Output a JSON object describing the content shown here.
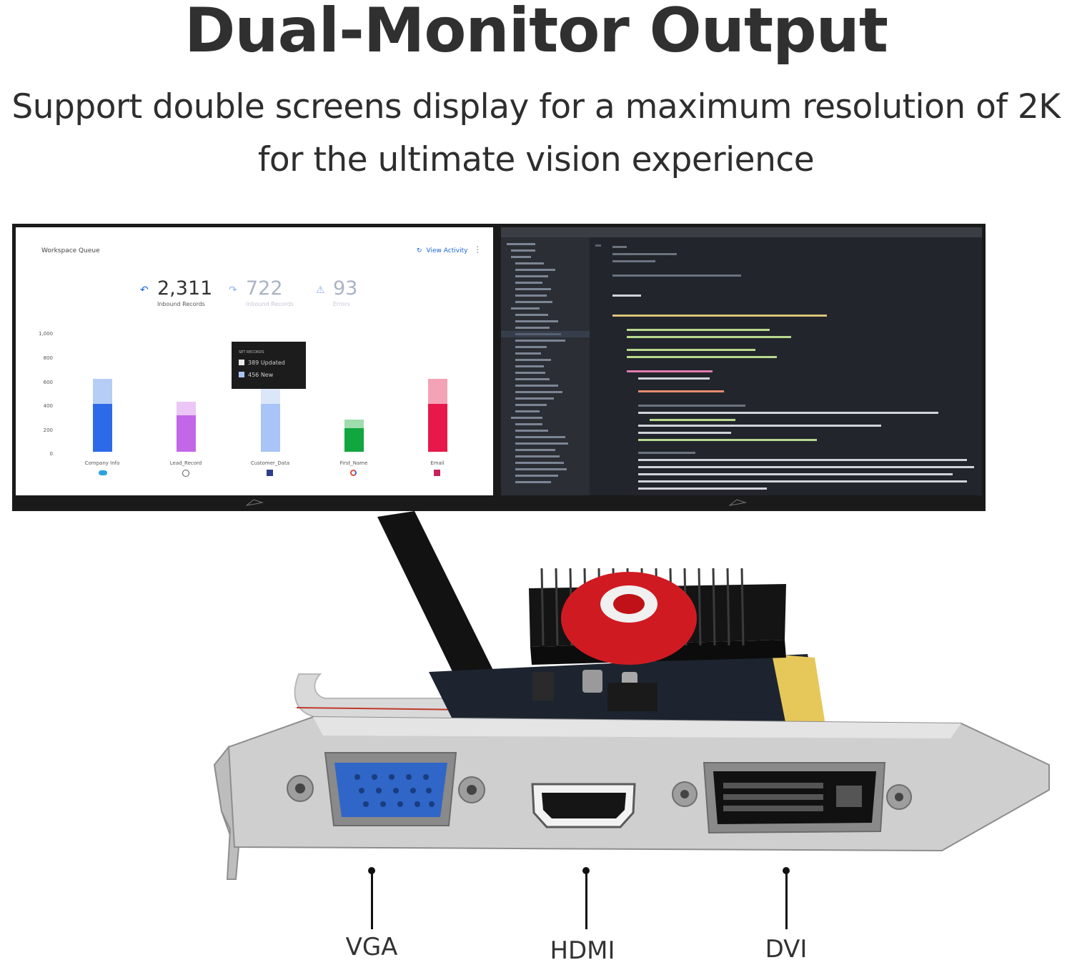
{
  "headline": "Dual-Monitor Output",
  "subtitle": {
    "line1": "Support double screens display for a maximum resolution of 2K",
    "line2": "for the ultimate vision experience"
  },
  "left_screen": {
    "title": "Workspace Queue",
    "link": "View Activity",
    "stats": [
      {
        "value": "2,311",
        "label": "Inbound Records"
      },
      {
        "value": "722",
        "label": "Inbound Records"
      },
      {
        "value": "93",
        "label": "Errors"
      }
    ],
    "y_ticks": [
      "1,000",
      "800",
      "600",
      "400",
      "200",
      "0"
    ],
    "categories": [
      "Company Info",
      "Lead_Record",
      "Customer_Data",
      "First_Name",
      "Email"
    ],
    "tooltip": {
      "header": "SET RECORDS",
      "row1": "389 Updated",
      "row2": "456 New"
    }
  },
  "ports": [
    "VGA",
    "HDMI",
    "DVI"
  ],
  "colors": {
    "bar_blue": "#2d6ae8",
    "bar_blue_light": "#b6cdf6",
    "bar_purple": "#c267e8",
    "bar_purple_light": "#ecc6f6",
    "bar_green": "#12a640",
    "bar_green_light": "#9fdcae",
    "bar_red": "#e8184a",
    "bar_red_light": "#f4a2b6",
    "heatsink": "#141414",
    "fan": "#d01a22",
    "bracket": "#c9c9c9",
    "vga_blue": "#2f66c8"
  }
}
